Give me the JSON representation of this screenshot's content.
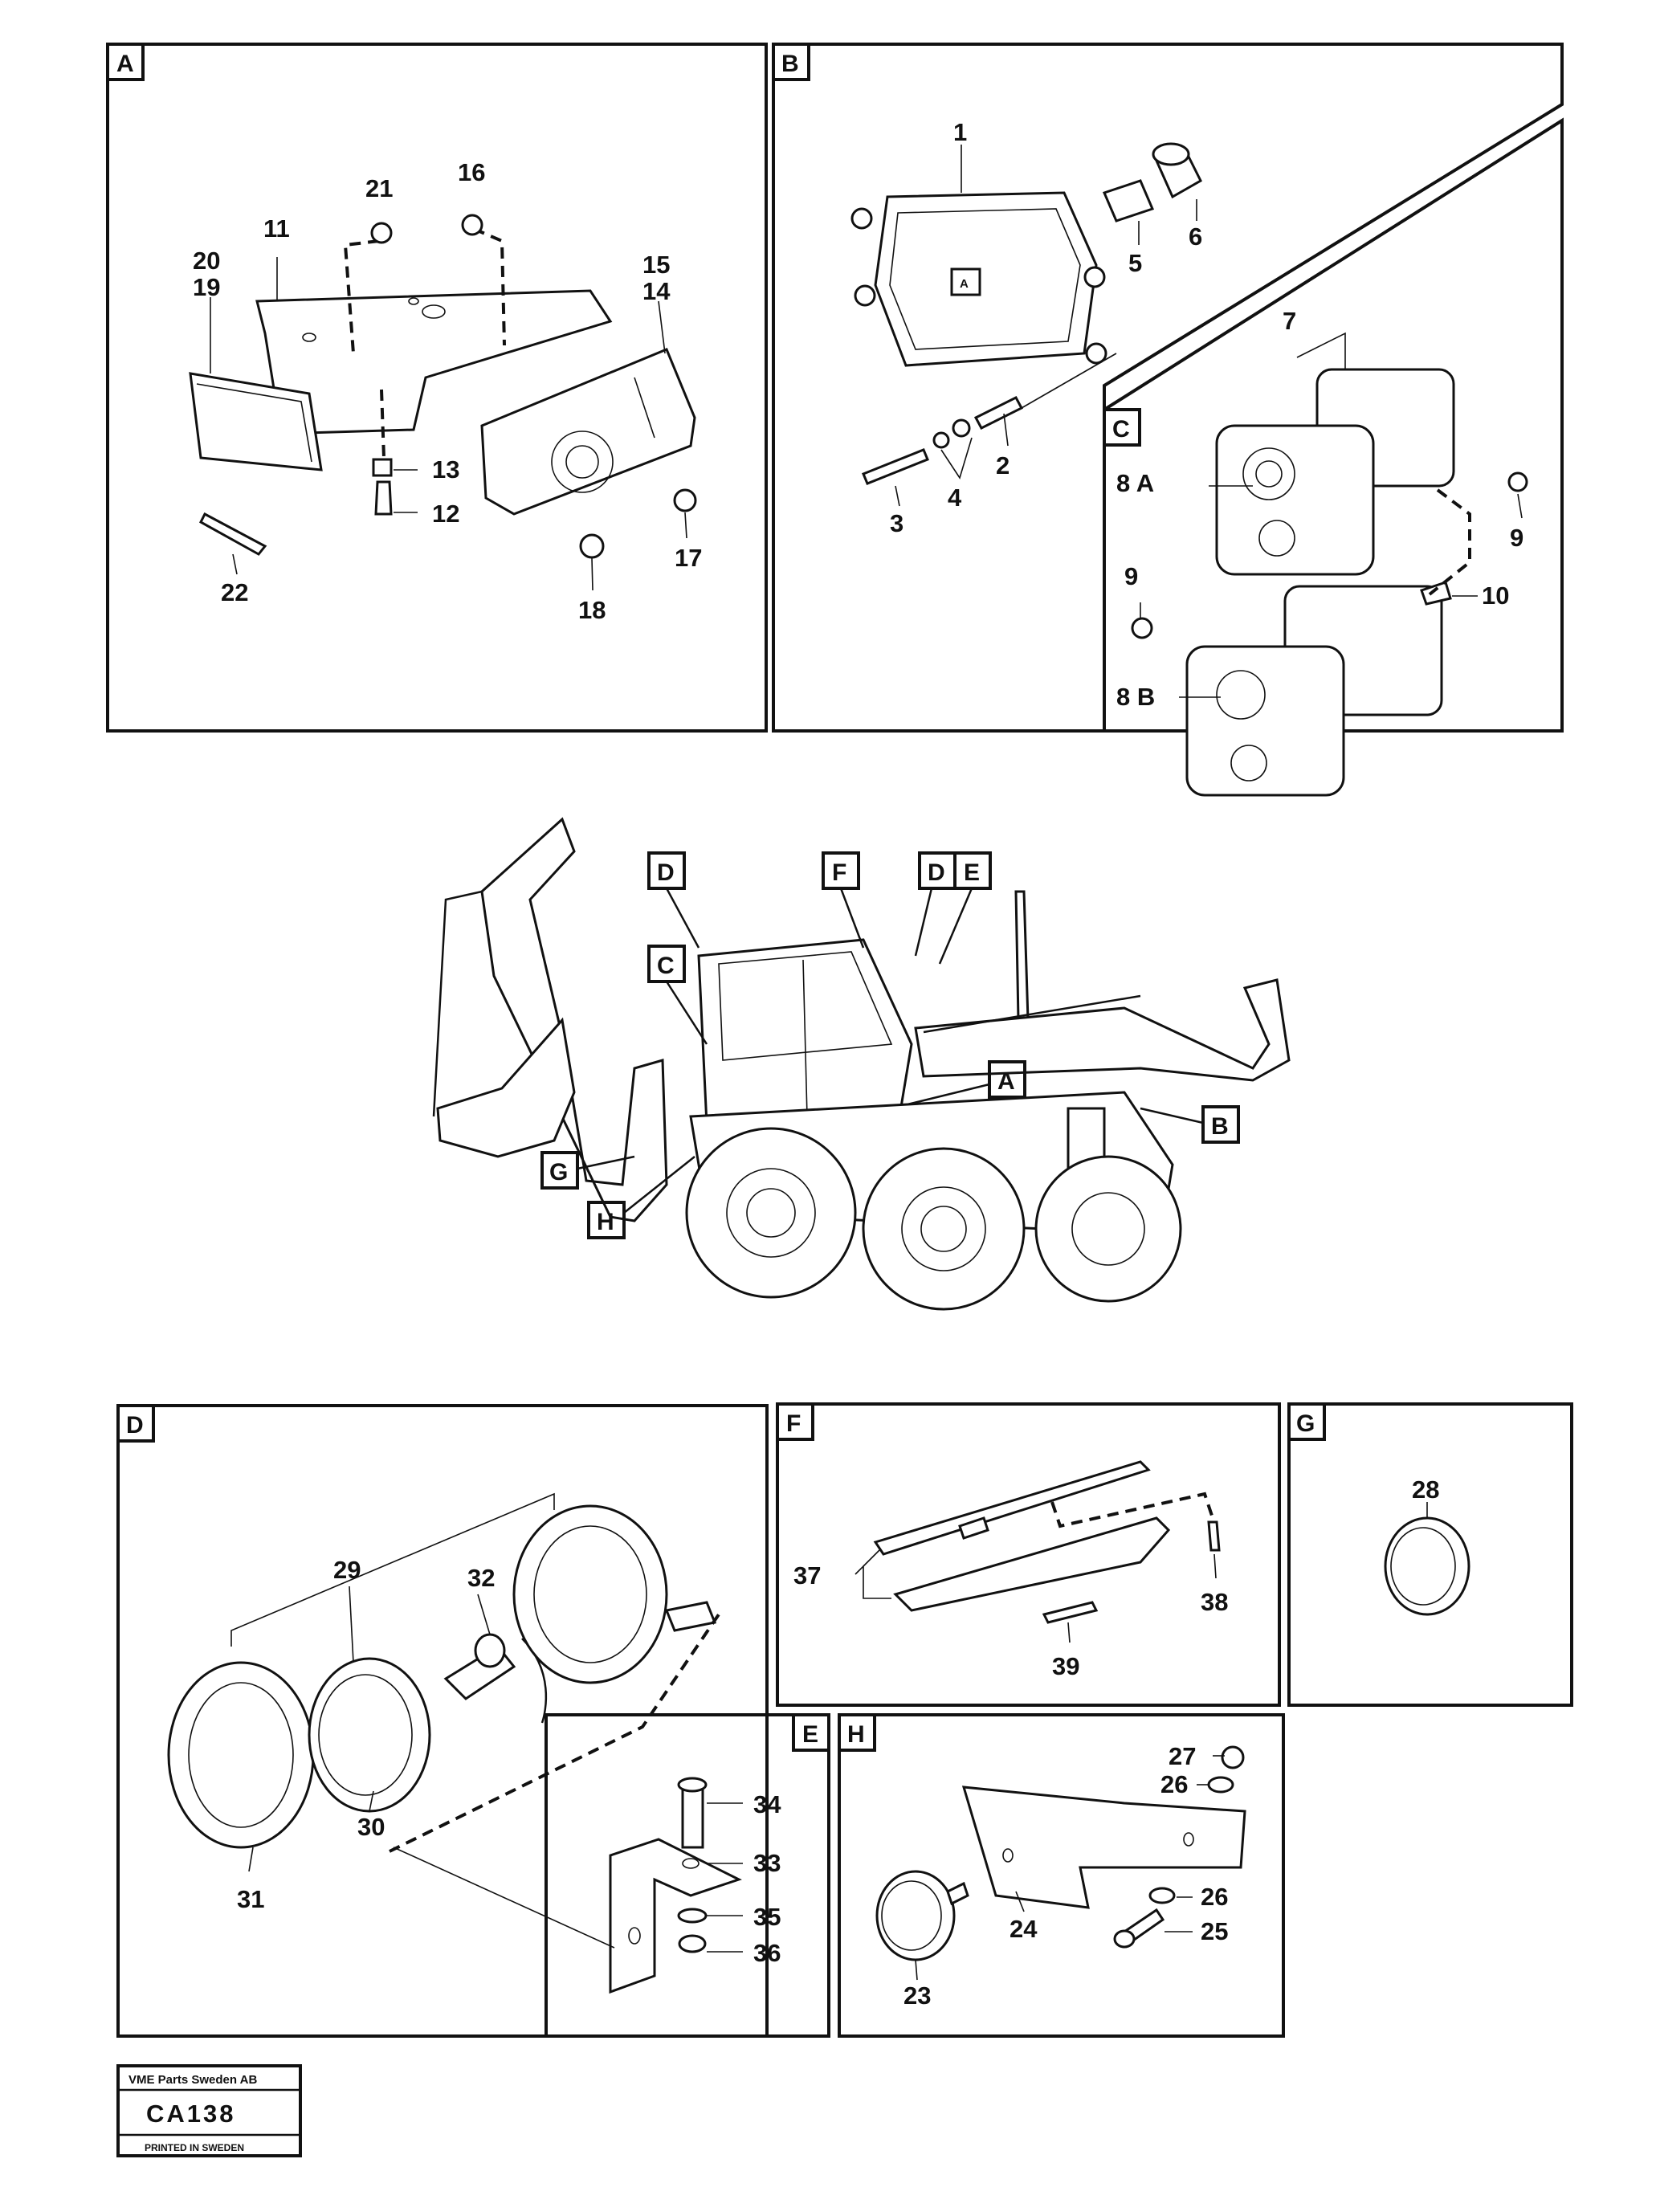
{
  "panels": {
    "A": {
      "tag": "A",
      "parts": {
        "p11": "11",
        "p12": "12",
        "p13": "13",
        "p14": "14",
        "p15": "15",
        "p16": "16",
        "p17": "17",
        "p18": "18",
        "p19": "19",
        "p20": "20",
        "p21": "21",
        "p22": "22"
      }
    },
    "B": {
      "tag": "B",
      "parts": {
        "p1": "1",
        "p2": "2",
        "p3": "3",
        "p4": "4",
        "p5": "5",
        "p6": "6"
      }
    },
    "C": {
      "tag": "C",
      "parts": {
        "p7": "7",
        "p8a": "8 A",
        "p8b": "8 B",
        "p9a": "9",
        "p9b": "9",
        "p10": "10"
      }
    },
    "D": {
      "tag": "D",
      "parts": {
        "p29": "29",
        "p30": "30",
        "p31": "31",
        "p32": "32"
      }
    },
    "E": {
      "tag": "E",
      "parts": {
        "p33": "33",
        "p34": "34",
        "p35": "35",
        "p36": "36"
      }
    },
    "F": {
      "tag": "F",
      "parts": {
        "p37": "37",
        "p38": "38",
        "p39": "39"
      }
    },
    "G": {
      "tag": "G",
      "parts": {
        "p28": "28"
      }
    },
    "H": {
      "tag": "H",
      "parts": {
        "p23": "23",
        "p24": "24",
        "p25": "25",
        "p26a": "26",
        "p26b": "26",
        "p27": "27"
      }
    }
  },
  "machine_callouts": {
    "D1": "D",
    "F": "F",
    "D2": "D",
    "E": "E",
    "C": "C",
    "A": "A",
    "B": "B",
    "G": "G",
    "H": "H"
  },
  "footer": {
    "company": "VME Parts Sweden AB",
    "code": "CA138",
    "printed": "PRINTED IN SWEDEN"
  }
}
